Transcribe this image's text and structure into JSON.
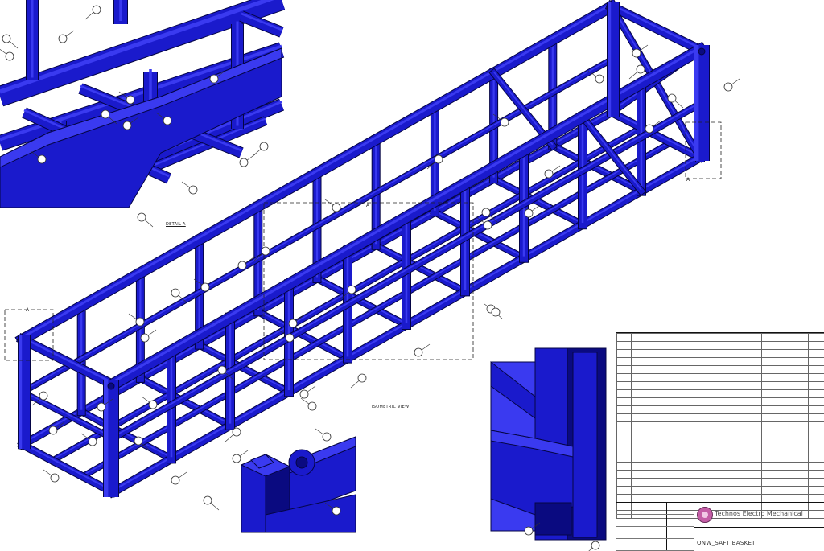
{
  "drawing": {
    "colors": {
      "steel": "#1a1acc",
      "steel_dark": "#0a0a80",
      "steel_light": "#3a3af0",
      "outline": "#050545",
      "leader": "#333333",
      "balloon_stroke": "#333333"
    },
    "callout_text": "A",
    "detail_label": "DETAIL  A",
    "iso_label": "ISOMETRIC VIEW"
  },
  "title_block": {
    "company": "Technos Electro Mechanical",
    "drawing_title": "ONW_SAFT BASKET",
    "logo_icon": "company-logo-icon"
  }
}
